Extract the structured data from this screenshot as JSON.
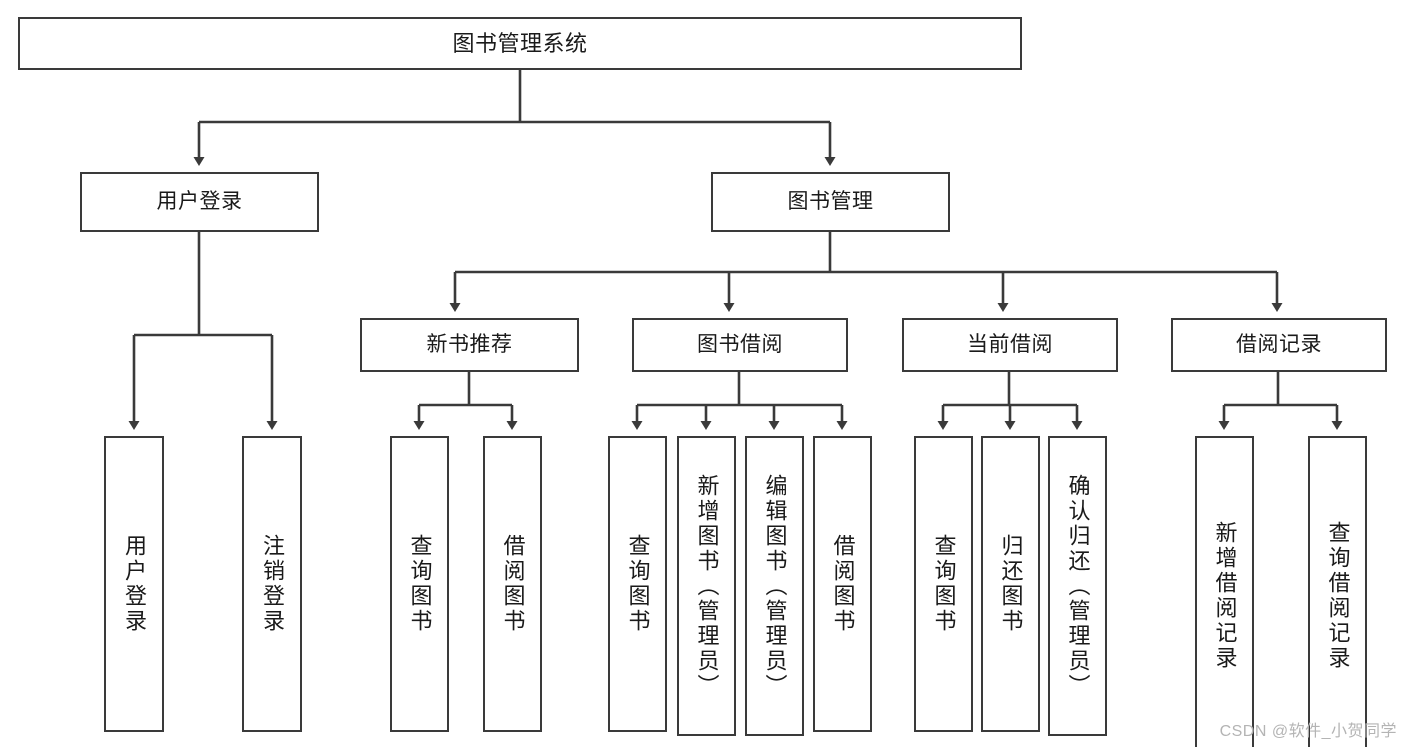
{
  "diagram": {
    "title": "图书管理系统",
    "type": "tree-hierarchy",
    "watermark": "CSDN @软件_小贺同学",
    "colors": {
      "background": "#ffffff",
      "node_border": "#3a3a3a",
      "node_fill": "#ffffff",
      "edge": "#3a3a3a",
      "text": "#1a1a1a",
      "watermark": "#b4b4b4"
    },
    "nodes": {
      "root": {
        "label": "图书管理系统"
      },
      "level2": [
        {
          "id": "user-login",
          "label": "用户登录"
        },
        {
          "id": "book-manage",
          "label": "图书管理"
        }
      ],
      "level3": [
        {
          "id": "new-book-recommend",
          "label": "新书推荐"
        },
        {
          "id": "book-borrow",
          "label": "图书借阅"
        },
        {
          "id": "current-borrow",
          "label": "当前借阅"
        },
        {
          "id": "borrow-record",
          "label": "借阅记录"
        }
      ],
      "leaves": {
        "user-login": [
          {
            "id": "leaf-user-login",
            "label": "用户登录"
          },
          {
            "id": "leaf-logout-login",
            "label": "注销登录"
          }
        ],
        "new-book-recommend": [
          {
            "id": "leaf-query-book-1",
            "label": "查询图书"
          },
          {
            "id": "leaf-borrow-book-1",
            "label": "借阅图书"
          }
        ],
        "book-borrow": [
          {
            "id": "leaf-query-book-2",
            "label": "查询图书"
          },
          {
            "id": "leaf-add-book",
            "label": "新增图书（管理员）"
          },
          {
            "id": "leaf-edit-book",
            "label": "编辑图书（管理员）"
          },
          {
            "id": "leaf-borrow-book-2",
            "label": "借阅图书"
          }
        ],
        "current-borrow": [
          {
            "id": "leaf-query-book-3",
            "label": "查询图书"
          },
          {
            "id": "leaf-return-book",
            "label": "归还图书"
          },
          {
            "id": "leaf-confirm-return",
            "label": "确认归还（管理员）"
          }
        ],
        "borrow-record": [
          {
            "id": "leaf-add-record",
            "label": "新增借阅记录"
          },
          {
            "id": "leaf-query-record",
            "label": "查询借阅记录"
          }
        ]
      }
    }
  }
}
